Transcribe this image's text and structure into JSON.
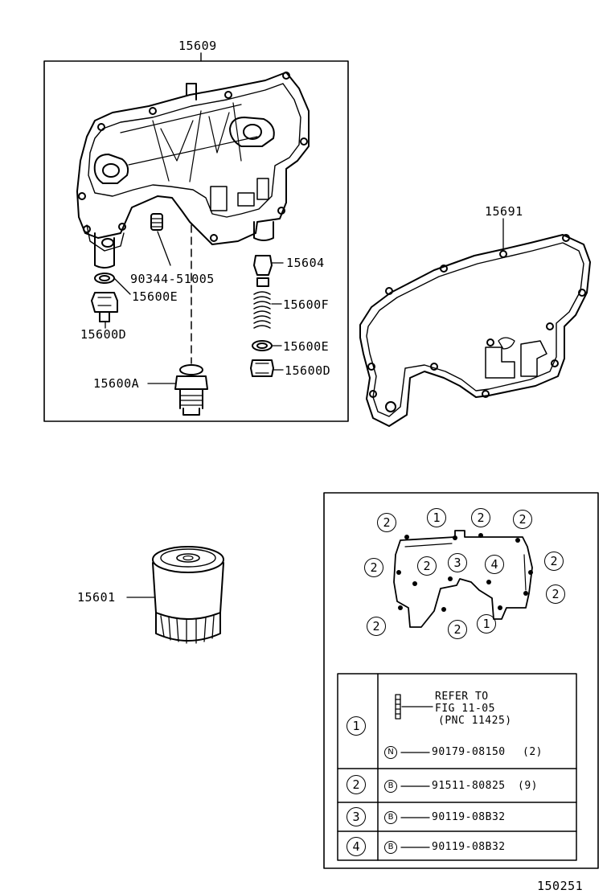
{
  "parts": {
    "oil_pan_assy": "15609",
    "plug": "90344-51005",
    "gasket_left": "15600E",
    "plug_left": "15600D",
    "union": "15600A",
    "valve": "15604",
    "spring": "15600F",
    "gasket_right": "15600E",
    "plug_right": "15600D",
    "gasket_pan": "15691",
    "oil_filter": "15601"
  },
  "bolt_layout": {
    "markers": [
      "2",
      "1",
      "2",
      "2",
      "2",
      "2",
      "3",
      "4",
      "2",
      "2",
      "2",
      "2",
      "1"
    ]
  },
  "legend": {
    "rows": [
      {
        "key": "1",
        "refer": [
          "REFER TO",
          "FIG 11-05",
          "(PNC 11425)"
        ],
        "badge": "N",
        "part": "90179-08150",
        "qty": "(2)"
      },
      {
        "key": "2",
        "badge": "B",
        "part": "91511-80825",
        "qty": "(9)"
      },
      {
        "key": "3",
        "badge": "B",
        "part": "90119-08B32",
        "qty": ""
      },
      {
        "key": "4",
        "badge": "B",
        "part": "90119-08B32",
        "qty": ""
      }
    ]
  },
  "figure_number": "150251"
}
